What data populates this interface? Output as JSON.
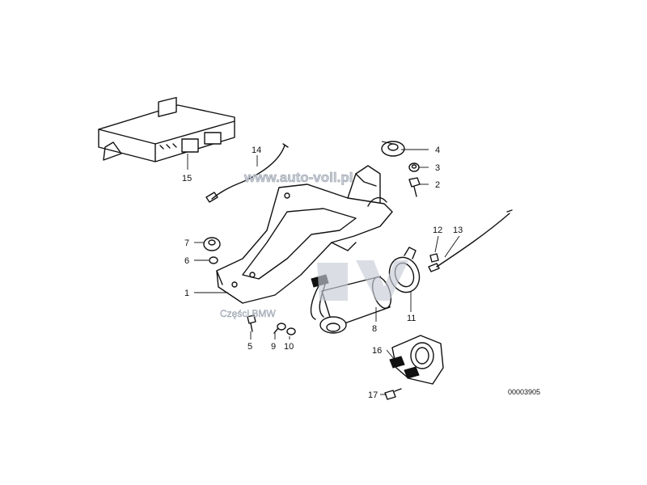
{
  "diagram": {
    "drawing_code": "00003905",
    "watermark_site": "www.auto-voll.pl",
    "watermark_parts": "Części BMW",
    "colors": {
      "line": "#111111",
      "watermark": "#8d96a3",
      "watermark_fill": "#c9ced6"
    },
    "callouts": [
      {
        "number": "1",
        "part": "steering-column-bracket"
      },
      {
        "number": "2",
        "part": "screw"
      },
      {
        "number": "3",
        "part": "bushing"
      },
      {
        "number": "4",
        "part": "grommet"
      },
      {
        "number": "5",
        "part": "bolt"
      },
      {
        "number": "6",
        "part": "nut"
      },
      {
        "number": "7",
        "part": "rubber-mount"
      },
      {
        "number": "8",
        "part": "adjustment-motor"
      },
      {
        "number": "9",
        "part": "screw"
      },
      {
        "number": "10",
        "part": "washer"
      },
      {
        "number": "11",
        "part": "clamp-ring"
      },
      {
        "number": "12",
        "part": "screw"
      },
      {
        "number": "13",
        "part": "flexible-shaft"
      },
      {
        "number": "14",
        "part": "flexible-shaft"
      },
      {
        "number": "15",
        "part": "control-unit"
      },
      {
        "number": "16",
        "part": "motor-holder"
      },
      {
        "number": "17",
        "part": "screw"
      }
    ]
  }
}
